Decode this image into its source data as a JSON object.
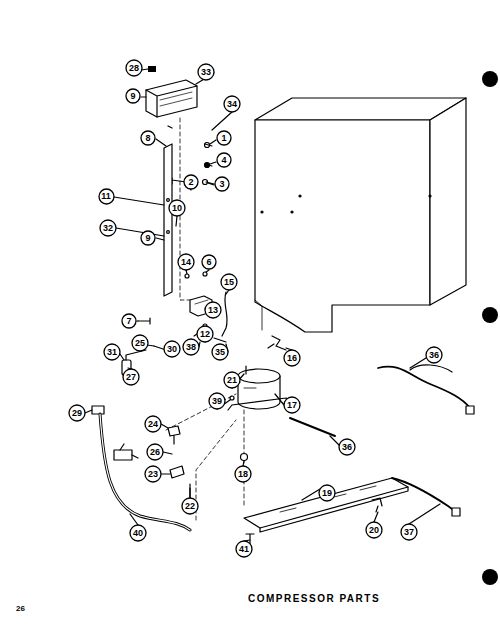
{
  "diagram": {
    "title": "COMPRESSOR PARTS",
    "nodes": [
      {
        "text": [
          "28"
        ]
      },
      {
        "text": [
          "33"
        ]
      },
      {
        "text": [
          "9"
        ]
      },
      {
        "text": [
          "34"
        ]
      },
      {
        "text": [
          "8"
        ]
      },
      {
        "text": [
          "1"
        ]
      },
      {
        "text": [
          "4"
        ]
      },
      {
        "text": [
          "2"
        ]
      },
      {
        "text": [
          "3"
        ]
      },
      {
        "text": [
          "11"
        ]
      },
      {
        "text": [
          "10"
        ]
      },
      {
        "text": [
          "32"
        ]
      },
      {
        "text": [
          "9"
        ]
      },
      {
        "text": [
          "14"
        ]
      },
      {
        "text": [
          "6"
        ]
      },
      {
        "text": [
          "15"
        ]
      },
      {
        "text": [
          "13"
        ]
      },
      {
        "text": [
          "7"
        ]
      },
      {
        "text": [
          "12"
        ]
      },
      {
        "text": [
          "25"
        ]
      },
      {
        "text": [
          "30"
        ]
      },
      {
        "text": [
          "38"
        ]
      },
      {
        "text": [
          "31"
        ]
      },
      {
        "text": [
          "35"
        ]
      },
      {
        "text": [
          "36"
        ]
      },
      {
        "text": [
          "16"
        ]
      },
      {
        "text": [
          "27"
        ]
      },
      {
        "text": [
          "21"
        ]
      },
      {
        "text": [
          "39"
        ]
      },
      {
        "text": [
          "17"
        ]
      },
      {
        "text": [
          "29"
        ]
      },
      {
        "text": [
          "24"
        ]
      },
      {
        "text": [
          "36"
        ]
      },
      {
        "text": [
          "26"
        ]
      },
      {
        "text": [
          "23"
        ]
      },
      {
        "text": [
          "18"
        ]
      },
      {
        "text": [
          "19"
        ]
      },
      {
        "text": [
          "22"
        ]
      },
      {
        "text": [
          "20"
        ]
      },
      {
        "text": [
          "37"
        ]
      },
      {
        "text": [
          "40"
        ]
      },
      {
        "text": [
          "41"
        ]
      }
    ],
    "labels": [
      "26"
    ]
  }
}
